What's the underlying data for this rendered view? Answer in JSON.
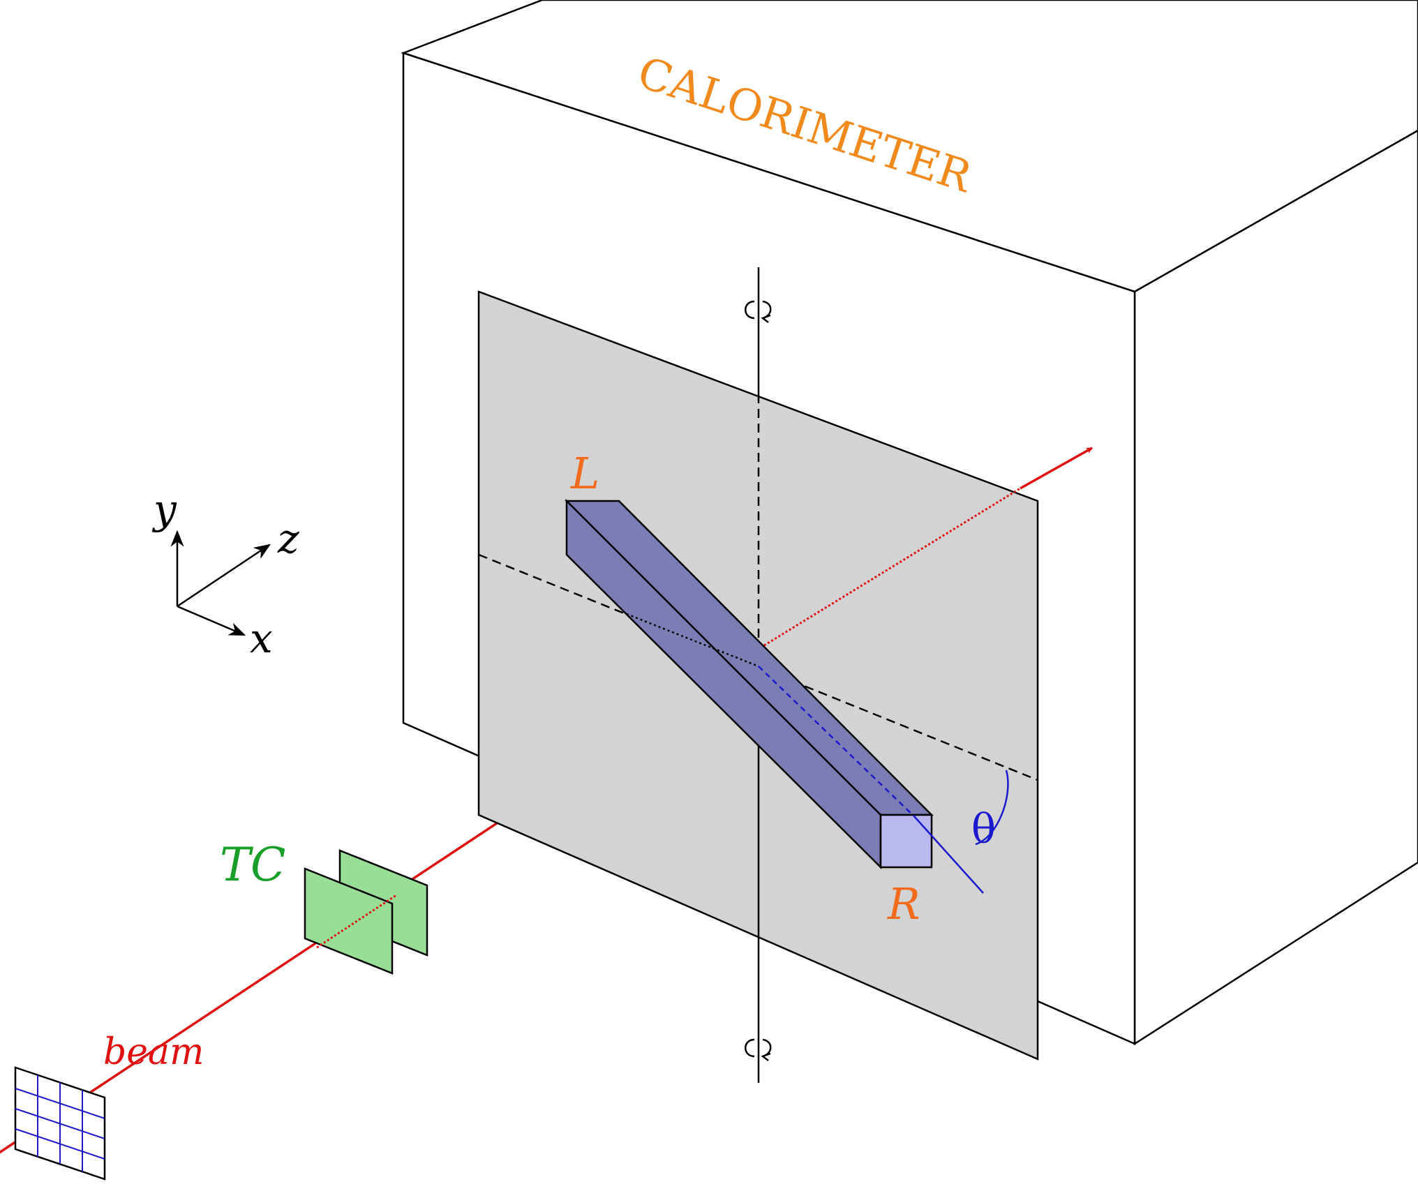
{
  "labels": {
    "calorimeter": "CALORIMETER",
    "left_end": "L",
    "right_end": "R",
    "angle": "θ",
    "trigger_counters": "TC",
    "beam": "beam",
    "axis_x": "x",
    "axis_y": "y",
    "axis_z": "z"
  },
  "colors": {
    "calorimeter_label": "#f08a1c",
    "end_labels": "#f26b1d",
    "angle": "#1a1acc",
    "trigger_counters": "#1a9e2a",
    "beam": "#e01010",
    "bar_side": "#7b7db5",
    "bar_end": "#b9b9f0",
    "panel": "#d3d3d3",
    "counter_fill": "#98de96",
    "grid": "#1a1acc"
  },
  "icons": {
    "rotation_top": "rotation-arrow-icon",
    "rotation_bottom": "rotation-arrow-icon"
  }
}
